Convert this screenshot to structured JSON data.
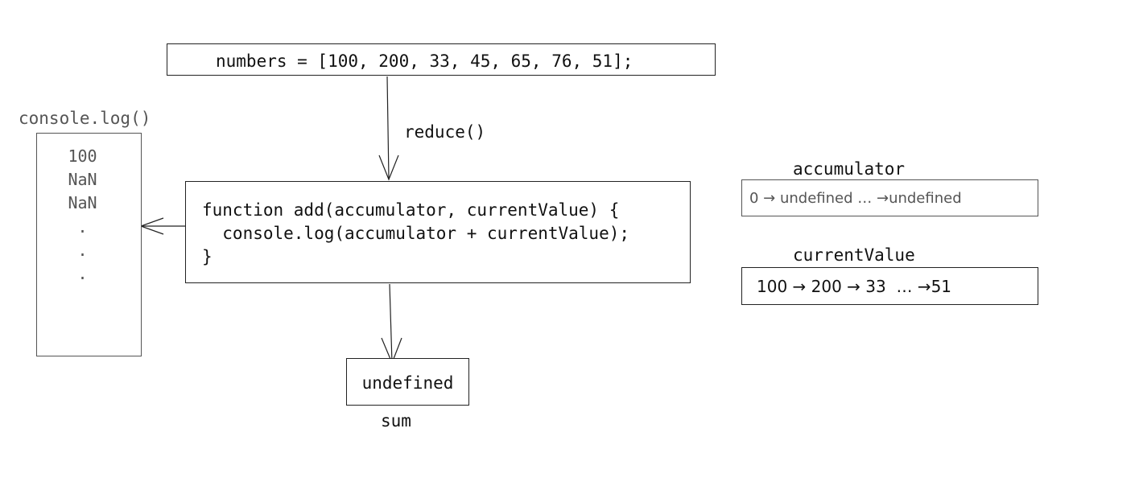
{
  "array_box": {
    "text": "numbers = [100, 200, 33, 45, 65, 76, 51];"
  },
  "reduce_label": "reduce()",
  "function_box": {
    "lines": [
      "function add(accumulator, currentValue) {",
      "  console.log(accumulator + currentValue);",
      "}"
    ]
  },
  "console_panel": {
    "title": "console.log()",
    "lines": [
      "100",
      "NaN",
      "NaN",
      ".",
      ".",
      "."
    ]
  },
  "result_box": {
    "value": "undefined",
    "caption": "sum"
  },
  "accumulator": {
    "title": "accumulator",
    "sequence": "0 → undefined … →undefined"
  },
  "current_value": {
    "title": "currentValue",
    "sequence": "100 → 200 → 33  … →51"
  }
}
